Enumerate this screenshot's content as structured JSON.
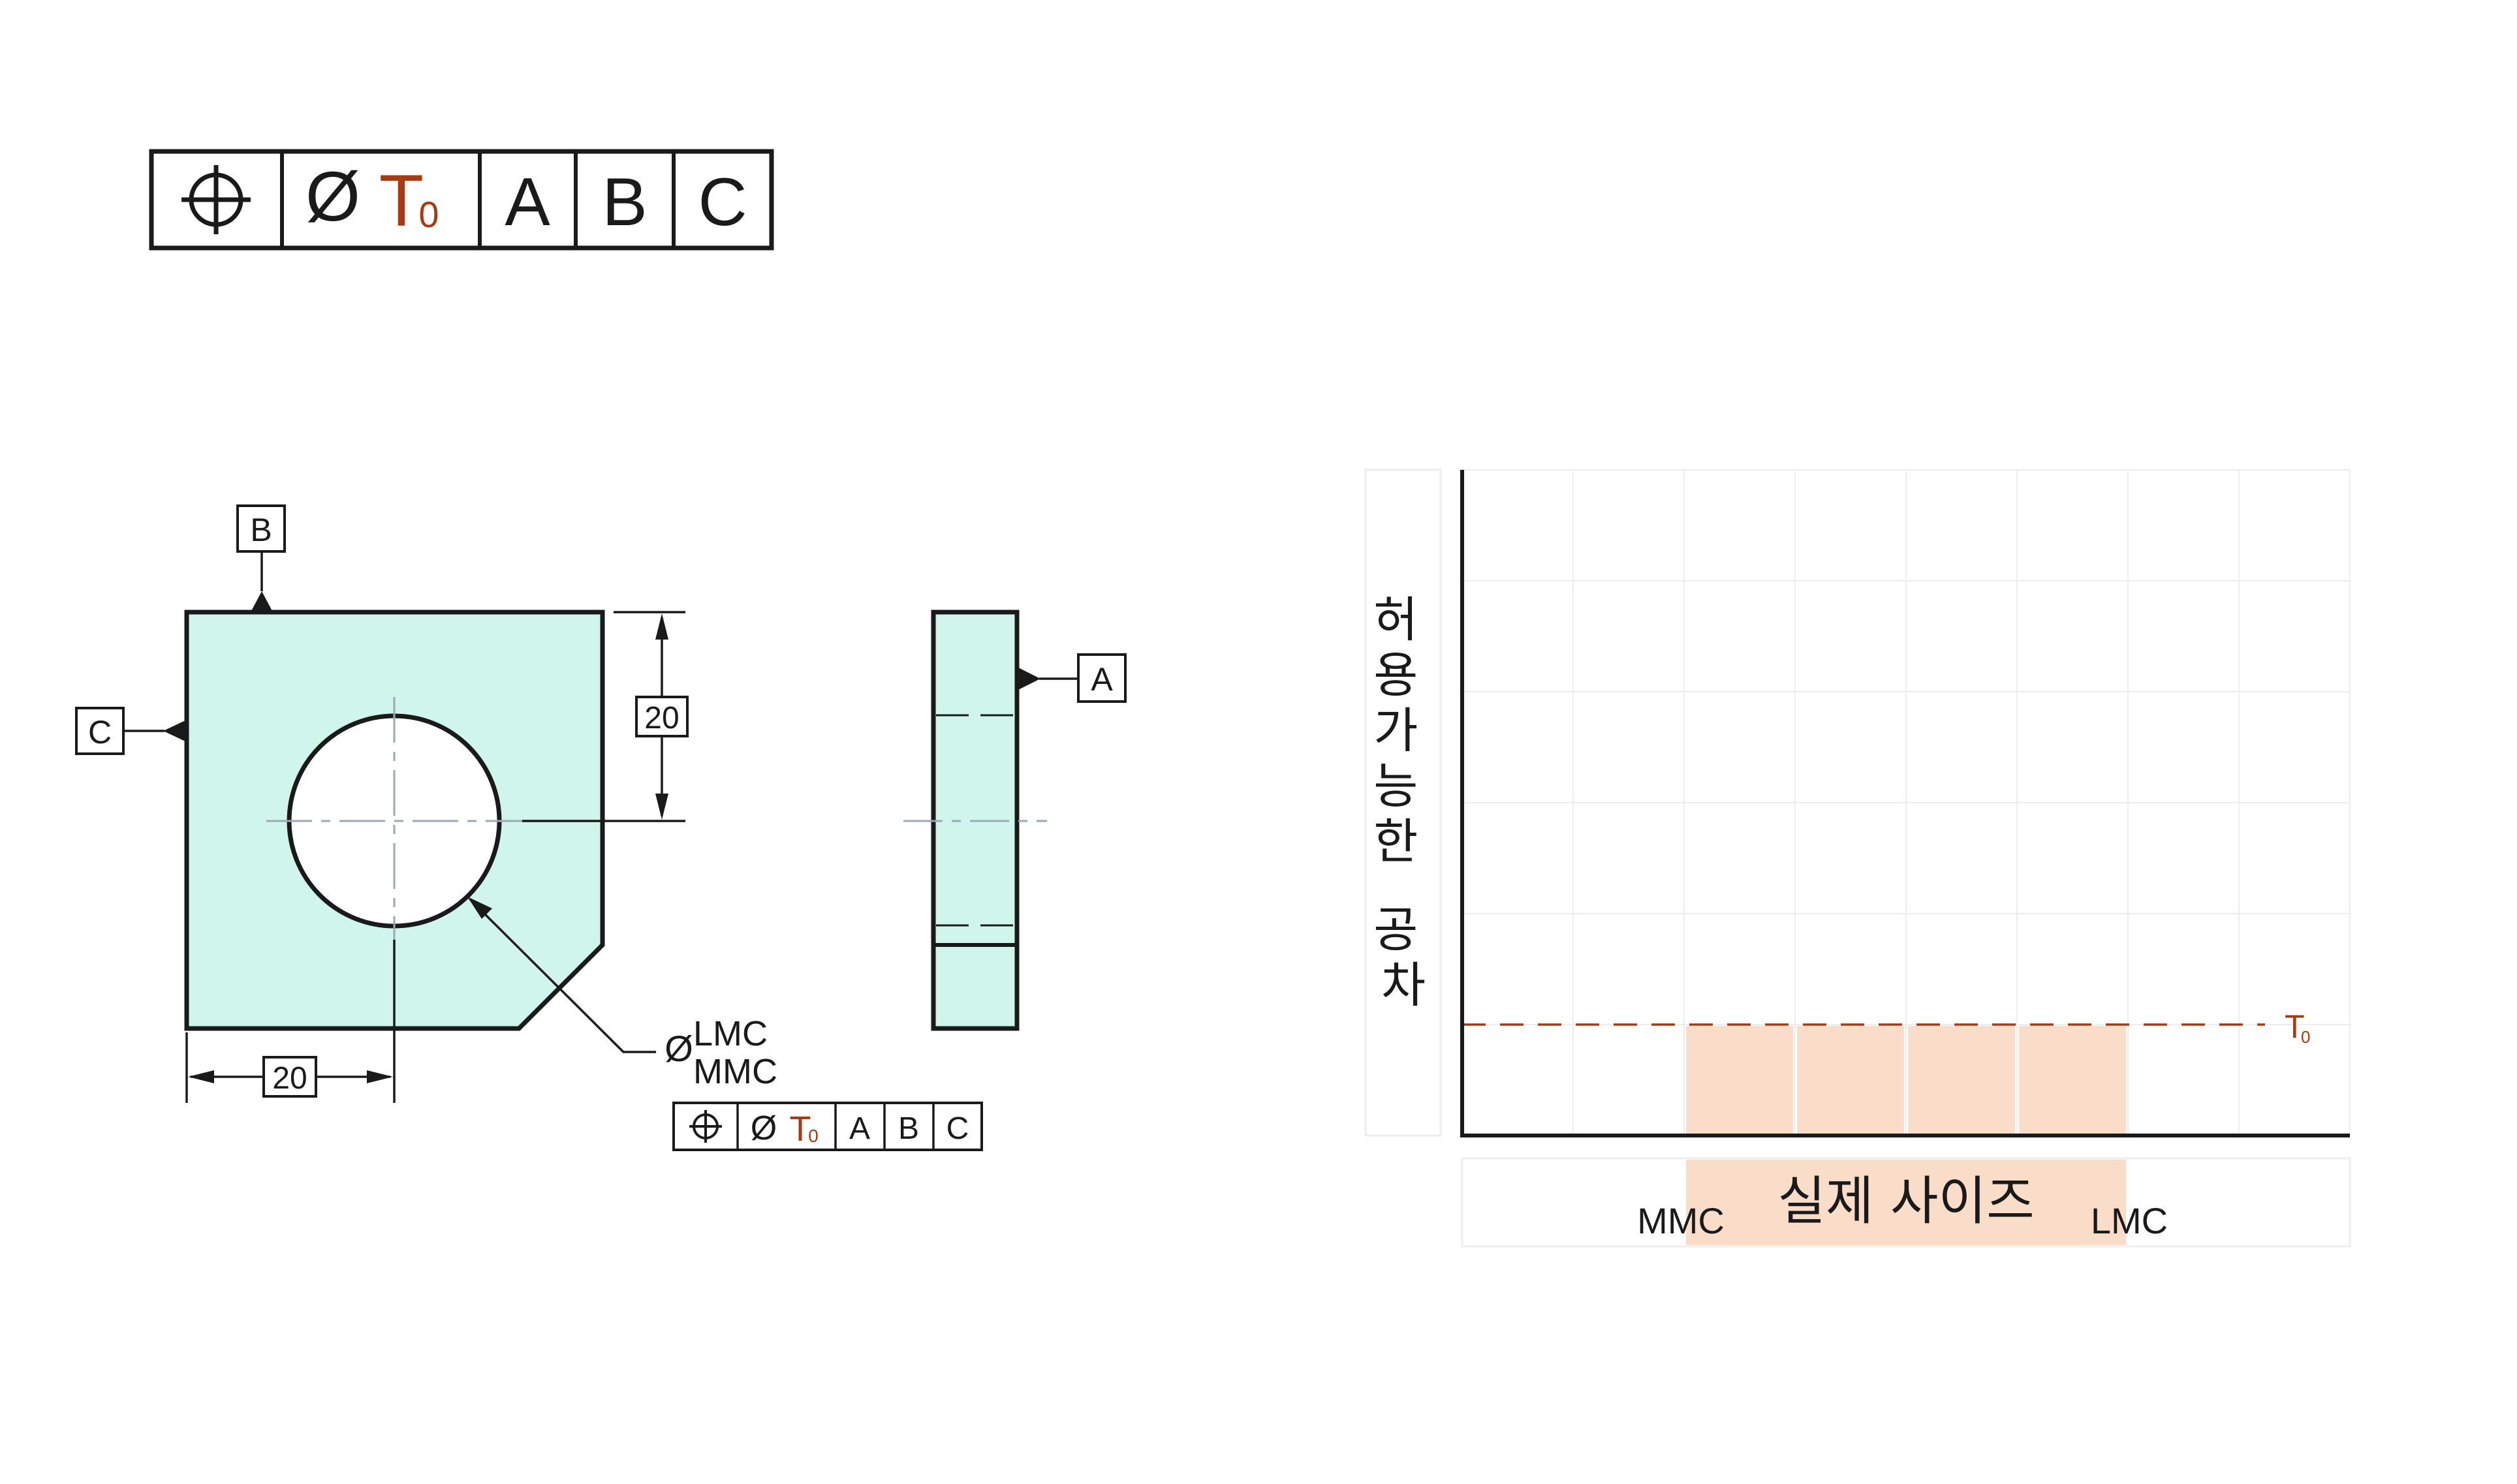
{
  "colors": {
    "part_fill": "#cff5ec",
    "accent": "#a83a10",
    "tolerance_fill": "#f9ddc8",
    "line": "#1a1a1a",
    "centerline": "#9aa9b3",
    "grid": "#eceeee"
  },
  "feature_control_frame": {
    "symbol_icon": "position-icon",
    "diameter_symbol": "Ø",
    "tolerance_letter": "T",
    "tolerance_subscript": "0",
    "datums": [
      "A",
      "B",
      "C"
    ]
  },
  "drawing": {
    "datum_top": "B",
    "datum_left": "C",
    "datum_side": "A",
    "dim_vertical": "20",
    "dim_horizontal": "20",
    "hole_callout_diameter": "Ø",
    "hole_callout_lmc": "LMC",
    "hole_callout_mmc": "MMC"
  },
  "chart": {
    "y_label": "허용가능한 공차",
    "x_label": "실제 사이즈",
    "mmc_label": "MMC",
    "lmc_label": "LMC",
    "t0_letter": "T",
    "t0_subscript": "0"
  }
}
